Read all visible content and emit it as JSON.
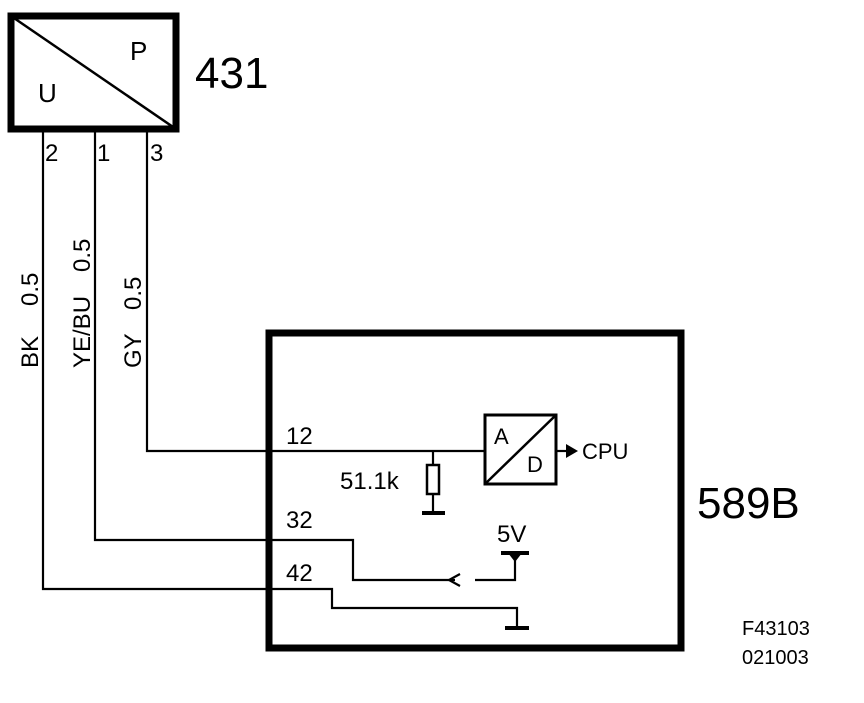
{
  "sensor": {
    "ref": "431",
    "input_label": "U",
    "output_label": "P",
    "pins": [
      "2",
      "1",
      "3"
    ]
  },
  "wires": [
    {
      "color_label": "BK",
      "size": "0.5"
    },
    {
      "color_label": "YE/BU",
      "size": "0.5"
    },
    {
      "color_label": "GY",
      "size": "0.5"
    }
  ],
  "control_unit": {
    "ref": "589B",
    "pins": [
      "12",
      "32",
      "42"
    ],
    "resistor_label": "51.1k",
    "adc_in": "A",
    "adc_out": "D",
    "cpu_label": "CPU",
    "supply_label": "5V"
  },
  "figure_id": "F43103",
  "figure_date": "021003"
}
